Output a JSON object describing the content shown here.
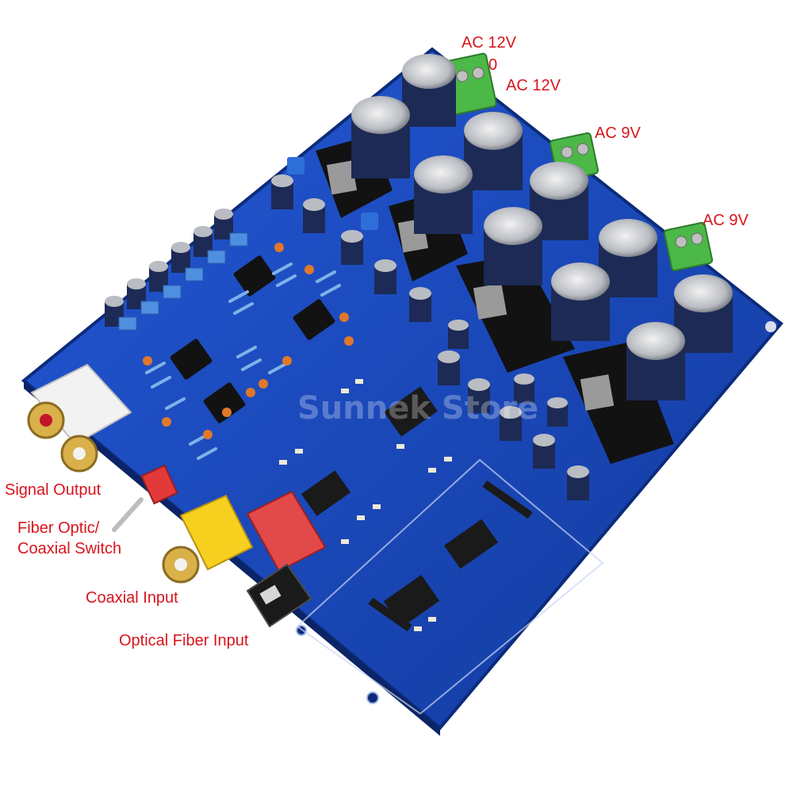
{
  "labels": {
    "ac_12v_top": "AC 12V",
    "zero": "0",
    "ac_12v_second": "AC 12V",
    "ac_9v_first": "AC 9V",
    "ac_9v_second": "AC 9V",
    "signal_output": "Signal Output",
    "switch_line1": "Fiber Optic/",
    "switch_line2": "Coaxial Switch",
    "coaxial_input": "Coaxial Input",
    "optical_fiber_input": "Optical Fiber Input"
  },
  "watermark": "Sunnek Store",
  "colors": {
    "label": "#d8141c",
    "pcb": "#1b46b8",
    "terminal": "#4cb848",
    "heatsink": "#121212",
    "capacitor": "#1c2a55"
  }
}
